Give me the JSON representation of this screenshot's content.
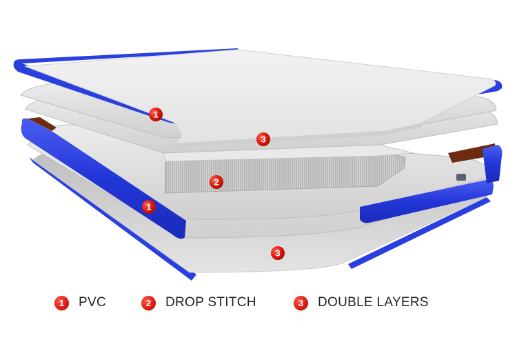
{
  "markers": [
    {
      "id": "pvc-top",
      "number": "1"
    },
    {
      "id": "double-top",
      "number": "3"
    },
    {
      "id": "dropstitch",
      "number": "2"
    },
    {
      "id": "pvc-side",
      "number": "1"
    },
    {
      "id": "double-bottom",
      "number": "3"
    }
  ],
  "legend": [
    {
      "number": "1",
      "label": "PVC"
    },
    {
      "number": "2",
      "label": "DROP STITCH"
    },
    {
      "number": "3",
      "label": "DOUBLE LAYERS"
    }
  ],
  "colors": {
    "pvc_blue": "#2a3fe0",
    "marker_red": "#e11b12",
    "layer_gray": "#d8d8d8",
    "brown_core": "#6b2c12"
  }
}
